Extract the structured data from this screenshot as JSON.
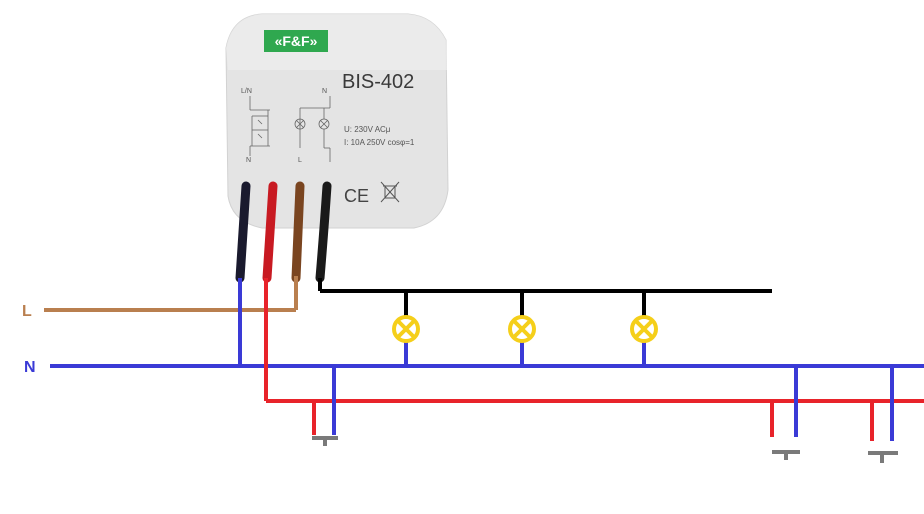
{
  "device": {
    "brand": "«F&F»",
    "model": "BIS-402",
    "spec_voltage": "U: 230V ACμ",
    "spec_current": "I: 10A 250V cosφ=1",
    "term_ln": "L/N",
    "term_n_left": "N",
    "term_l": "L",
    "term_n_right": "N",
    "ce_mark": "CE",
    "body_color": "#e6e6e6",
    "brand_color": "#2fa84f"
  },
  "supply": {
    "l_label": "L",
    "n_label": "N",
    "l_color": "#b97f4f",
    "n_color": "#3a3ad6"
  },
  "wires": {
    "control_color": "#e8232a",
    "lamp_bus_color": "#000000",
    "lamp_color": "#f5cf1a"
  },
  "lamp_count": 3,
  "pushbutton_count": 3
}
